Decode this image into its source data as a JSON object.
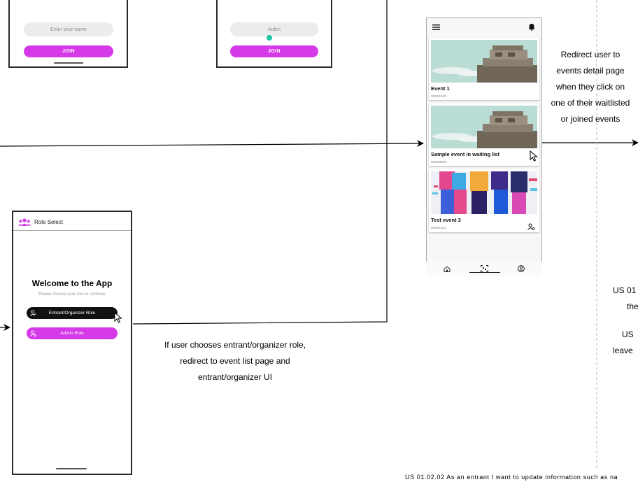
{
  "top_left_screen": {
    "name_placeholder": "Enter your name",
    "join_label": "JOIN"
  },
  "top_mid_screen": {
    "field_value": "Aiden",
    "join_label": "JOIN"
  },
  "role_select_screen": {
    "header_title": "Role Select",
    "welcome_title": "Welcome to the App",
    "subtitle": "Please choose your role to continue",
    "entrant_button": "Entrant/Organizer Role",
    "admin_button": "Admin Role"
  },
  "event_list_screen": {
    "events": [
      {
        "title": "Event 1",
        "date": "2023/10/21"
      },
      {
        "title": "Sample event in waiting list",
        "date": "2023/08/01"
      },
      {
        "title": "Test event 3",
        "date": "2024/11/11"
      }
    ],
    "bottom_nav": [
      "home-icon",
      "qr-scan-icon",
      "profile-icon"
    ]
  },
  "annotations": {
    "role_note": [
      "If user chooses entrant/organizer role,",
      "redirect to event list page and",
      "entrant/organizer UI"
    ],
    "redirect_note": [
      "Redirect user to",
      "events detail page",
      "when they click on",
      "one of their waitlisted",
      "or joined events"
    ],
    "right_partial": [
      "US 01",
      "the",
      "US",
      "leave"
    ],
    "bottom_story": "US 01.02.02 As an entrant I want to update information such as na"
  },
  "colors": {
    "accent": "#d63ae8",
    "teal": "#1ccaa6",
    "dark_button": "#111111"
  }
}
